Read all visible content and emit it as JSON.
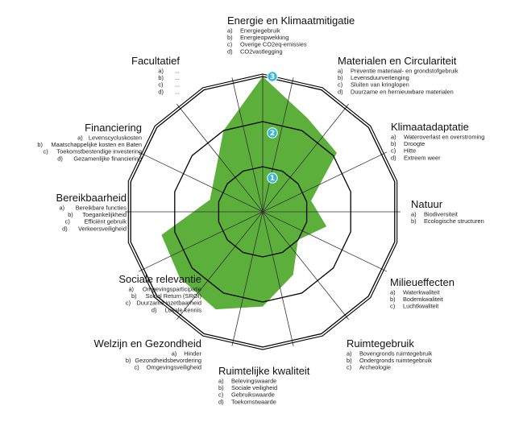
{
  "colors": {
    "area": "#4fa82b",
    "level_badge": "#36b8d6",
    "rings": "#000000",
    "spokes": "#333333"
  },
  "chart_data": {
    "type": "radar",
    "levels": [
      "1",
      "2",
      "3"
    ],
    "max": 3,
    "series": [
      {
        "values": [
          3,
          2.3,
          2.1,
          1.1,
          1.45,
          1,
          1.55,
          2.1,
          2.4,
          2.35,
          2.3,
          1.2,
          1.35,
          2
        ]
      }
    ],
    "axes": [
      {
        "title": "Energie en Klimaatmitigatie",
        "items": [
          {
            "m": "a)",
            "t": "Energiegebruik"
          },
          {
            "m": "b)",
            "t": "Energieopwekking"
          },
          {
            "m": "c)",
            "t": "Overige CO2eq-emissies"
          },
          {
            "m": "d)",
            "t": "CO2vastlegging"
          }
        ]
      },
      {
        "title": "Materialen en Circulariteit",
        "items": [
          {
            "m": "a)",
            "t": "Preventie materiaal- en grondstofgebruik"
          },
          {
            "m": "b)",
            "t": "Levensduurverlenging"
          },
          {
            "m": "c)",
            "t": "Sluiten van kringlopen"
          },
          {
            "m": "d)",
            "t": "Duurzame en hernieuwbare materialen"
          }
        ]
      },
      {
        "title": "Klimaatadaptatie",
        "items": [
          {
            "m": "a)",
            "t": "Wateroverlast en overstroming"
          },
          {
            "m": "b)",
            "t": "Droogte"
          },
          {
            "m": "c)",
            "t": "Hitte"
          },
          {
            "m": "d)",
            "t": "Extreem weer"
          }
        ]
      },
      {
        "title": "Natuur",
        "items": [
          {
            "m": "a)",
            "t": "Biodiversiteit"
          },
          {
            "m": "b)",
            "t": "Ecologische structuren"
          }
        ]
      },
      {
        "title": "Milieueffecten",
        "items": [
          {
            "m": "a)",
            "t": "Waterkwaliteit"
          },
          {
            "m": "b)",
            "t": "Bodemkwaliteit"
          },
          {
            "m": "c)",
            "t": "Luchtkwaliteit"
          }
        ]
      },
      {
        "title": "Ruimtegebruik",
        "items": [
          {
            "m": "a)",
            "t": "Bovengronds ruimtegebruik"
          },
          {
            "m": "b)",
            "t": "Ondergronds ruimtegebruik"
          },
          {
            "m": "c)",
            "t": "Archeologie"
          }
        ]
      },
      {
        "title": "Ruimtelijke kwaliteit",
        "items": [
          {
            "m": "a)",
            "t": "Belevingswaarde"
          },
          {
            "m": "b)",
            "t": "Sociale veiligheid"
          },
          {
            "m": "c)",
            "t": "Gebruikswaarde"
          },
          {
            "m": "d)",
            "t": "Toekomstwaarde"
          }
        ]
      },
      {
        "title": "Welzijn en Gezondheid",
        "items": [
          {
            "m": "a)",
            "t": "Hinder"
          },
          {
            "m": "b)",
            "t": "Gezondheidsbevordering"
          },
          {
            "m": "c)",
            "t": "Omgevingsveiligheid"
          }
        ]
      },
      {
        "title": "Sociale relevantie",
        "items": [
          {
            "m": "a)",
            "t": "Omgevingsparticipatie"
          },
          {
            "m": "b)",
            "t": "Social Return (SROI)"
          },
          {
            "m": "c)",
            "t": "Duurzame inzetbaarheid"
          },
          {
            "m": "d)",
            "t": "Lokale kennis"
          }
        ]
      },
      {
        "title": "Bereikbaarheid",
        "items": [
          {
            "m": "a)",
            "t": "Bereikbare functies"
          },
          {
            "m": "b)",
            "t": "Toegankelijkheid"
          },
          {
            "m": "c)",
            "t": "Efficiënt gebruik"
          },
          {
            "m": "d)",
            "t": "Verkeersveiligheid"
          }
        ]
      },
      {
        "title": "Financiering",
        "items": [
          {
            "m": "a)",
            "t": "Levenscycluskosten"
          },
          {
            "m": "b)",
            "t": "Maatschappelijke kosten en Baten"
          },
          {
            "m": "c)",
            "t": "Toekomstbestendige investering"
          },
          {
            "m": "d)",
            "t": "Gezamenlijke financiering"
          }
        ]
      },
      {
        "title": "Facultatief",
        "items": [
          {
            "m": "a)",
            "t": "..."
          },
          {
            "m": "b)",
            "t": "..."
          },
          {
            "m": "c)",
            "t": "..."
          },
          {
            "m": "d)",
            "t": "..."
          }
        ]
      }
    ]
  }
}
